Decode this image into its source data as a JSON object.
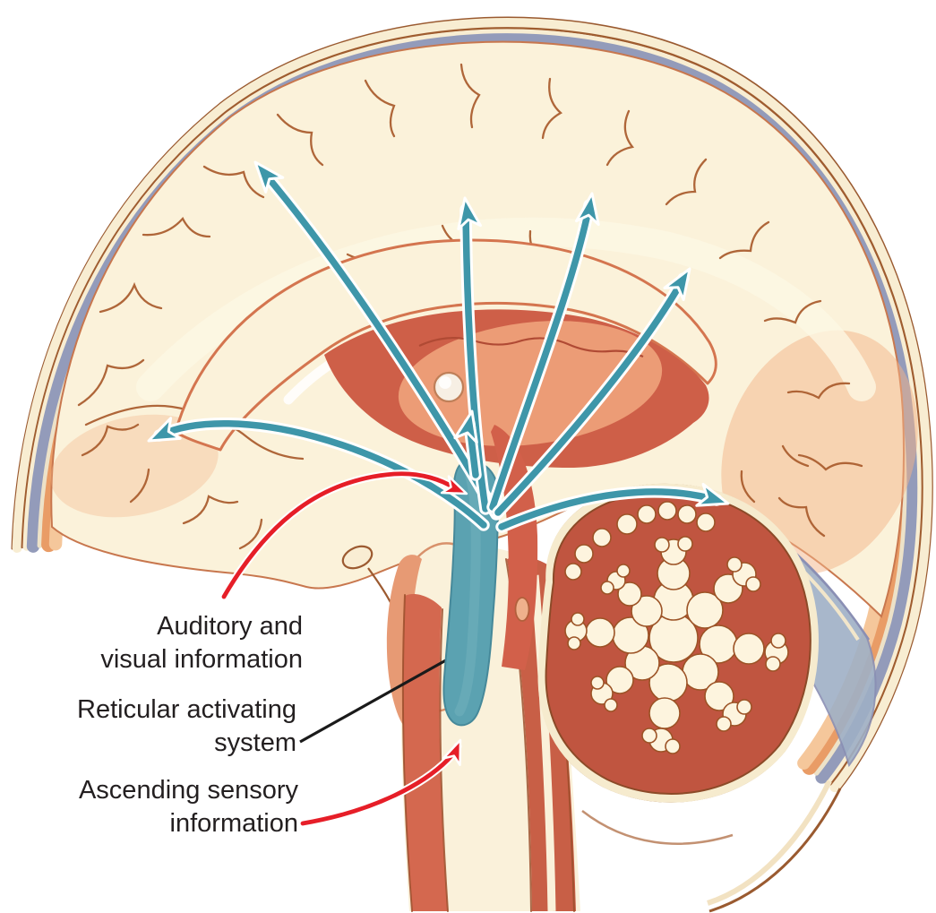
{
  "figure": {
    "kind": "anatomical-diagram",
    "subject": "Midsagittal human brain showing the reticular activating system and its cortical projections",
    "background": "#FFFFFF"
  },
  "labels": [
    {
      "id": "auditory-visual",
      "lines": [
        "Auditory and",
        "visual information"
      ],
      "leader": "red-curved-arrow"
    },
    {
      "id": "reticular-activating-system",
      "lines": [
        "Reticular activating",
        "system"
      ],
      "leader": "black-leader-line"
    },
    {
      "id": "ascending-sensory",
      "lines": [
        "Ascending sensory",
        "information"
      ],
      "leader": "red-curved-arrow"
    }
  ],
  "arrows": {
    "cortical_projection_arrows": {
      "count": 7,
      "color": "#3E96A9",
      "outline": "#FFFFFF",
      "style": "curved shafts with barbed arrowheads radiating from brainstem to cortex"
    },
    "auditory_visual_input_arrow": {
      "color": "#E61E28",
      "outline": "#FFFFFF"
    },
    "ascending_sensory_input_arrow": {
      "color": "#E61E28",
      "outline": "#FFFFFF"
    },
    "ras_leader_line": {
      "color": "#1A1A1A"
    }
  },
  "palette": {
    "cortex_cream": "#FBF2DA",
    "cortex_blush": "#F0A873",
    "sulcus_brown": "#A85A2B",
    "deep_structure_red": "#CE5F48",
    "thalamus_salmon": "#EC9C76",
    "dura_blue_gray": "#939BBA",
    "skull_line_brown": "#9A5A30",
    "cerebellum_red": "#C05540",
    "ras_teal": "#5BA2B1",
    "arrow_teal": "#3E96A9",
    "arrow_red": "#E61E28",
    "label_text": "#231F20"
  }
}
